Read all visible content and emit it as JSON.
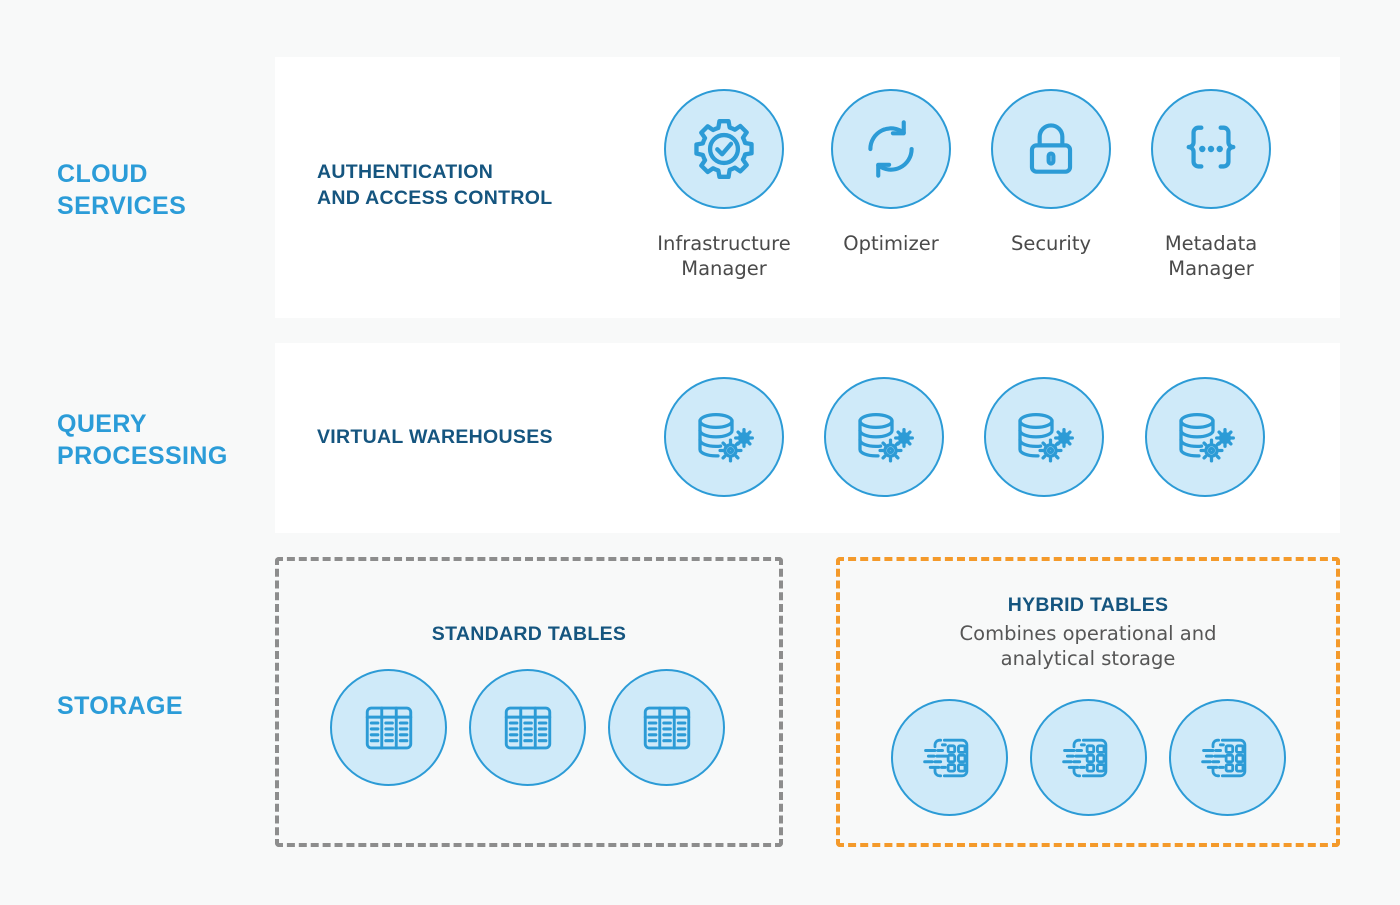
{
  "page": {
    "background": "#f8f9f9",
    "panel_background": "#ffffff",
    "accent_light_blue": "#2b9cd8",
    "accent_navy": "#15557f",
    "icon_fill": "#cfeaf9",
    "icon_stroke": "#2c9bd6",
    "dashed_gray": "#8d8d8d",
    "dashed_orange": "#f49a2b"
  },
  "rows": {
    "cloud_services": {
      "label": "CLOUD\nSERVICES",
      "heading": "AUTHENTICATION\nAND ACCESS CONTROL",
      "items": [
        {
          "icon": "gear-check-icon",
          "caption": "Infrastructure\nManager"
        },
        {
          "icon": "refresh-sync-icon",
          "caption": "Optimizer"
        },
        {
          "icon": "padlock-icon",
          "caption": "Security"
        },
        {
          "icon": "curly-braces-dots-icon",
          "caption": "Metadata\nManager"
        }
      ]
    },
    "query_processing": {
      "label": "QUERY\nPROCESSING",
      "heading": "VIRTUAL WAREHOUSES",
      "items": [
        {
          "icon": "database-gears-icon"
        },
        {
          "icon": "database-gears-icon"
        },
        {
          "icon": "database-gears-icon"
        },
        {
          "icon": "database-gears-icon"
        }
      ]
    },
    "storage": {
      "label": "STORAGE",
      "boxes": [
        {
          "id": "standard",
          "title": "STANDARD TABLES",
          "subtitle": "",
          "border_color": "#8d8d8d",
          "items": [
            {
              "icon": "table-grid-icon"
            },
            {
              "icon": "table-grid-icon"
            },
            {
              "icon": "table-grid-icon"
            }
          ]
        },
        {
          "id": "hybrid",
          "title": "HYBRID TABLES",
          "subtitle": "Combines operational and\nanalytical storage",
          "border_color": "#f49a2b",
          "items": [
            {
              "icon": "fast-grid-icon"
            },
            {
              "icon": "fast-grid-icon"
            },
            {
              "icon": "fast-grid-icon"
            }
          ]
        }
      ]
    }
  }
}
